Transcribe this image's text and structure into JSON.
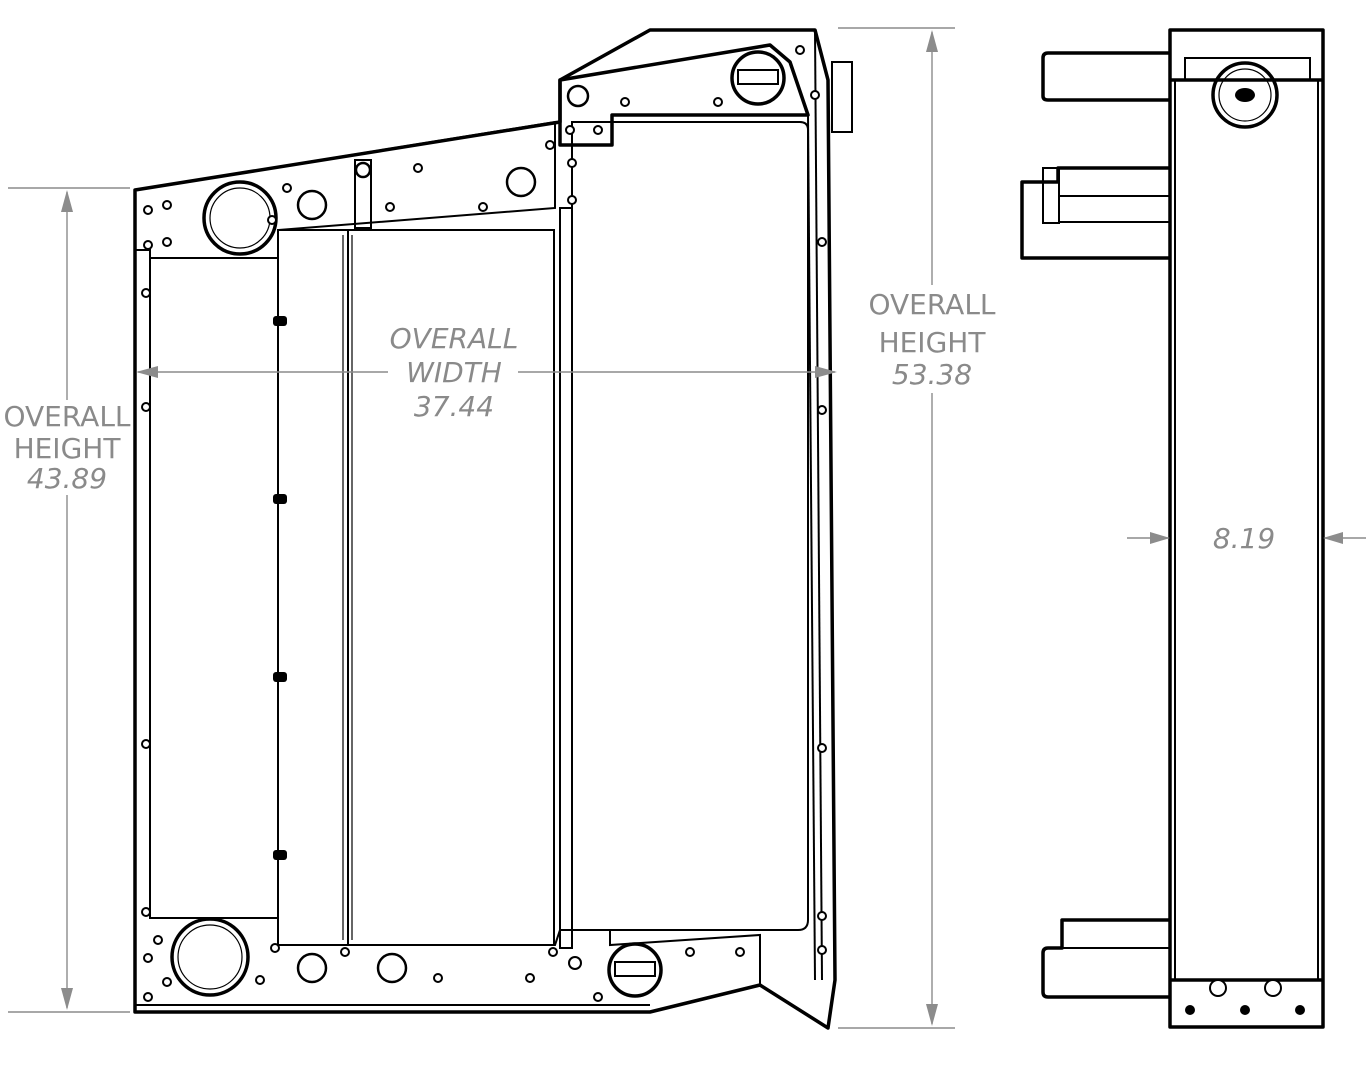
{
  "dimensions": {
    "left_height": {
      "line1": "OVERALL",
      "line2": "HEIGHT",
      "value": "43.89"
    },
    "width": {
      "line1": "OVERALL",
      "line2": "WIDTH",
      "value": "37.44"
    },
    "right_height": {
      "line1": "OVERALL",
      "line2": "HEIGHT",
      "value": "53.38"
    },
    "depth": {
      "value": "8.19"
    }
  },
  "colors": {
    "outline": "#000000",
    "dimension": "#8c8c8c"
  }
}
